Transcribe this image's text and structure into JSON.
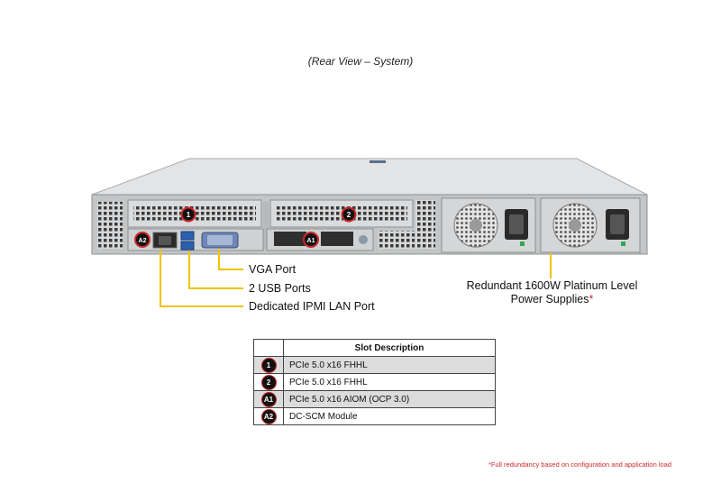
{
  "caption": "(Rear View – System)",
  "callouts": {
    "vga": "VGA Port",
    "usb": "2 USB Ports",
    "ipmi": "Dedicated IPMI LAN Port"
  },
  "psu_label": {
    "line1": "Redundant 1600W Platinum Level",
    "line2": "Power Supplies",
    "asterisk": "*"
  },
  "slot_badges": {
    "slot1": "1",
    "slot2": "2",
    "a1": "A1",
    "a2": "A2"
  },
  "slot_table": {
    "header": "Slot Description",
    "rows": [
      {
        "badge": "1",
        "desc": "PCIe 5.0 x16 FHHL"
      },
      {
        "badge": "2",
        "desc": "PCIe 5.0 x16 FHHL"
      },
      {
        "badge": "A1",
        "desc": "PCIe 5.0 x16 AIOM (OCP 3.0)"
      },
      {
        "badge": "A2",
        "desc": "DC-SCM Module"
      }
    ]
  },
  "footnote": "*Full redundancy based on configuration and application load",
  "colors": {
    "callout_line": "#f0c400",
    "badge_ring": "#d0282a",
    "chassis": "#c9cbcd",
    "footnote": "#d0282a"
  }
}
